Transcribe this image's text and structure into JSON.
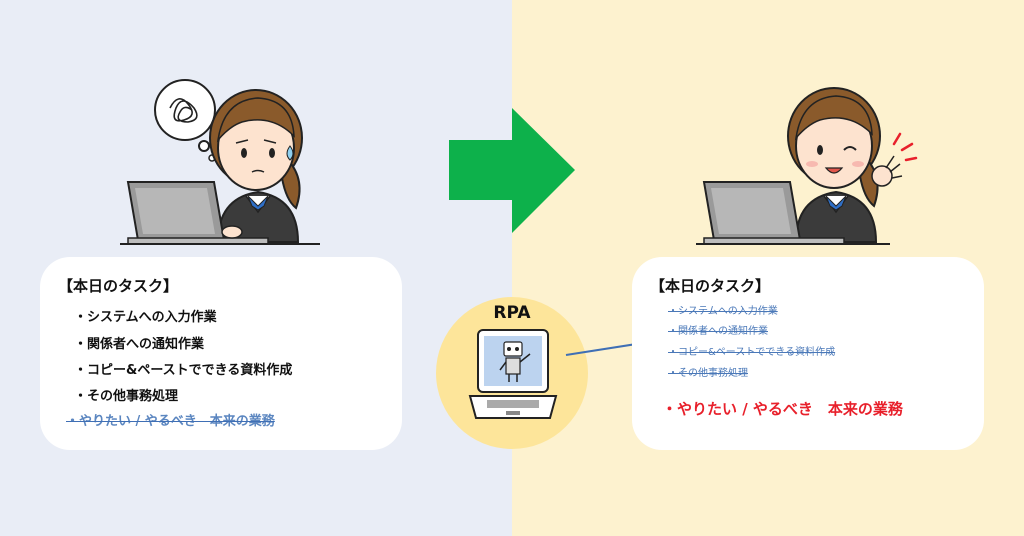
{
  "left_card": {
    "title": "【本日のタスク】",
    "tasks": [
      "・システムへの入力作業",
      "・関係者への通知作業",
      "・コピー&ペーストでできる資料作成",
      "・その他事務処理"
    ],
    "struck_task": "・やりたい / やるべき　本来の業務"
  },
  "center": {
    "rpa_label": "RPA",
    "arrow_color": "#0db14b"
  },
  "right_card": {
    "title": "【本日のタスク】",
    "tasks": [
      "・システムへの入力作業",
      "・関係者への通知作業",
      "・コピー&ペーストでできる資料作成",
      "・その他事務処理"
    ],
    "highlight_task": "・やりたい / やるべき　本来の業務",
    "highlight_color": "#e8202b"
  },
  "colors": {
    "left_bg": "#e9edf6",
    "right_bg": "#fdf2cf",
    "rpa_circle": "#fde59a"
  }
}
